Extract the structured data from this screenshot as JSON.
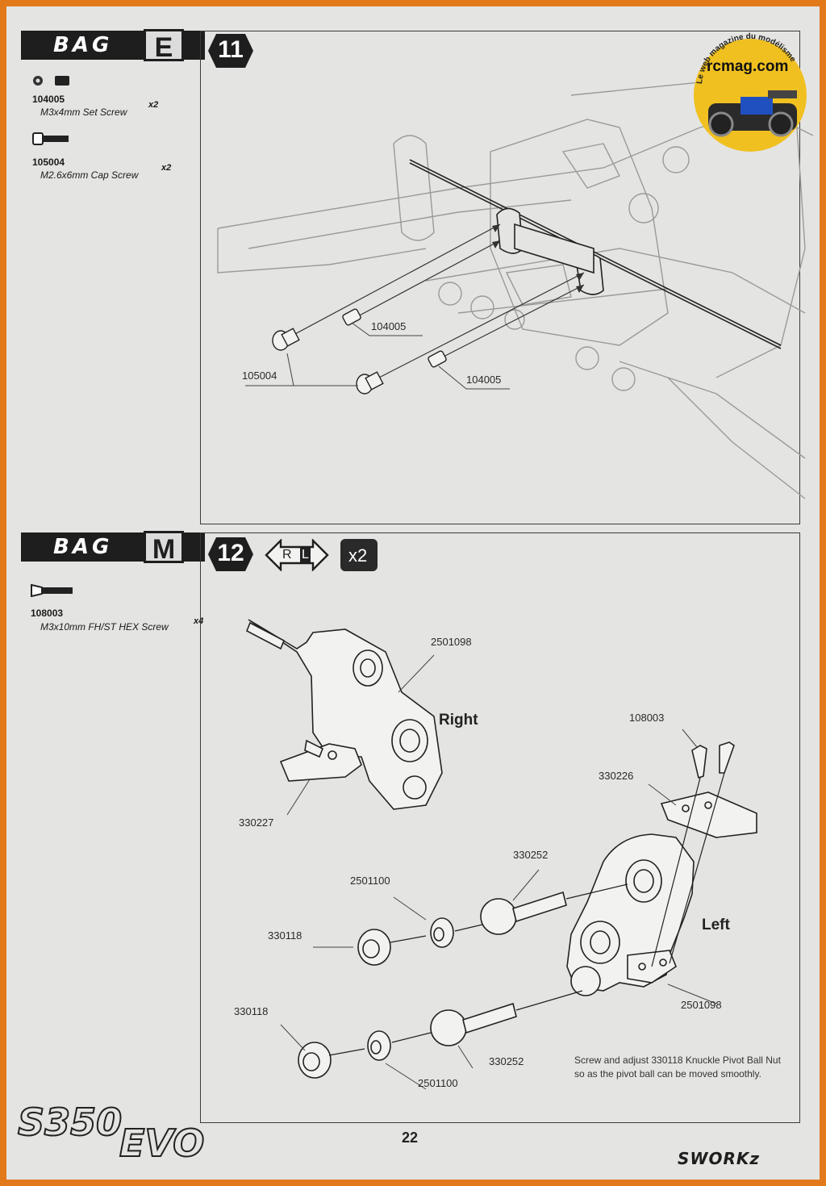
{
  "bag_e": {
    "word": "BAG",
    "letter": "E",
    "step": "11"
  },
  "bag_e_parts": [
    {
      "code": "104005",
      "desc": "M3x4mm Set Screw",
      "qty": "x2"
    },
    {
      "code": "105004",
      "desc": "M2.6x6mm Cap Screw",
      "qty": "x2"
    }
  ],
  "step11_callouts": {
    "a": "104005",
    "b": "105004",
    "c": "104005"
  },
  "bag_m": {
    "word": "BAG",
    "letter": "M",
    "step": "12",
    "side_r": "R",
    "side_l": "L",
    "multiplier": "x2"
  },
  "bag_m_parts": [
    {
      "code": "108003",
      "desc": "M3x10mm FH/ST HEX Screw",
      "qty": "x4"
    }
  ],
  "step12_callouts": {
    "knuckle_r": "2501098",
    "plate_r": "330227",
    "screw": "108003",
    "plate_l": "330226",
    "ball_upper": "330252",
    "bush_upper": "2501100",
    "nut_upper": "330118",
    "knuckle_l": "2501098",
    "nut_lower": "330118",
    "ball_lower": "330252",
    "bush_lower": "2501100"
  },
  "step12_sides": {
    "right": "Right",
    "left": "Left"
  },
  "step12_note": "Screw and adjust 330118 Knuckle Pivot Ball Nut so as the pivot ball can be moved smoothly.",
  "watermark": {
    "top": "Le web magazine du modélisme",
    "site": "rcmag.com"
  },
  "footer": {
    "page_number": "22",
    "model_logo_a": "S350",
    "model_logo_b": "EVO",
    "brand": "SWORKz"
  },
  "colors": {
    "border": "#e27a1c",
    "paper": "#e4e4e2",
    "ink": "#1e1e1e"
  }
}
